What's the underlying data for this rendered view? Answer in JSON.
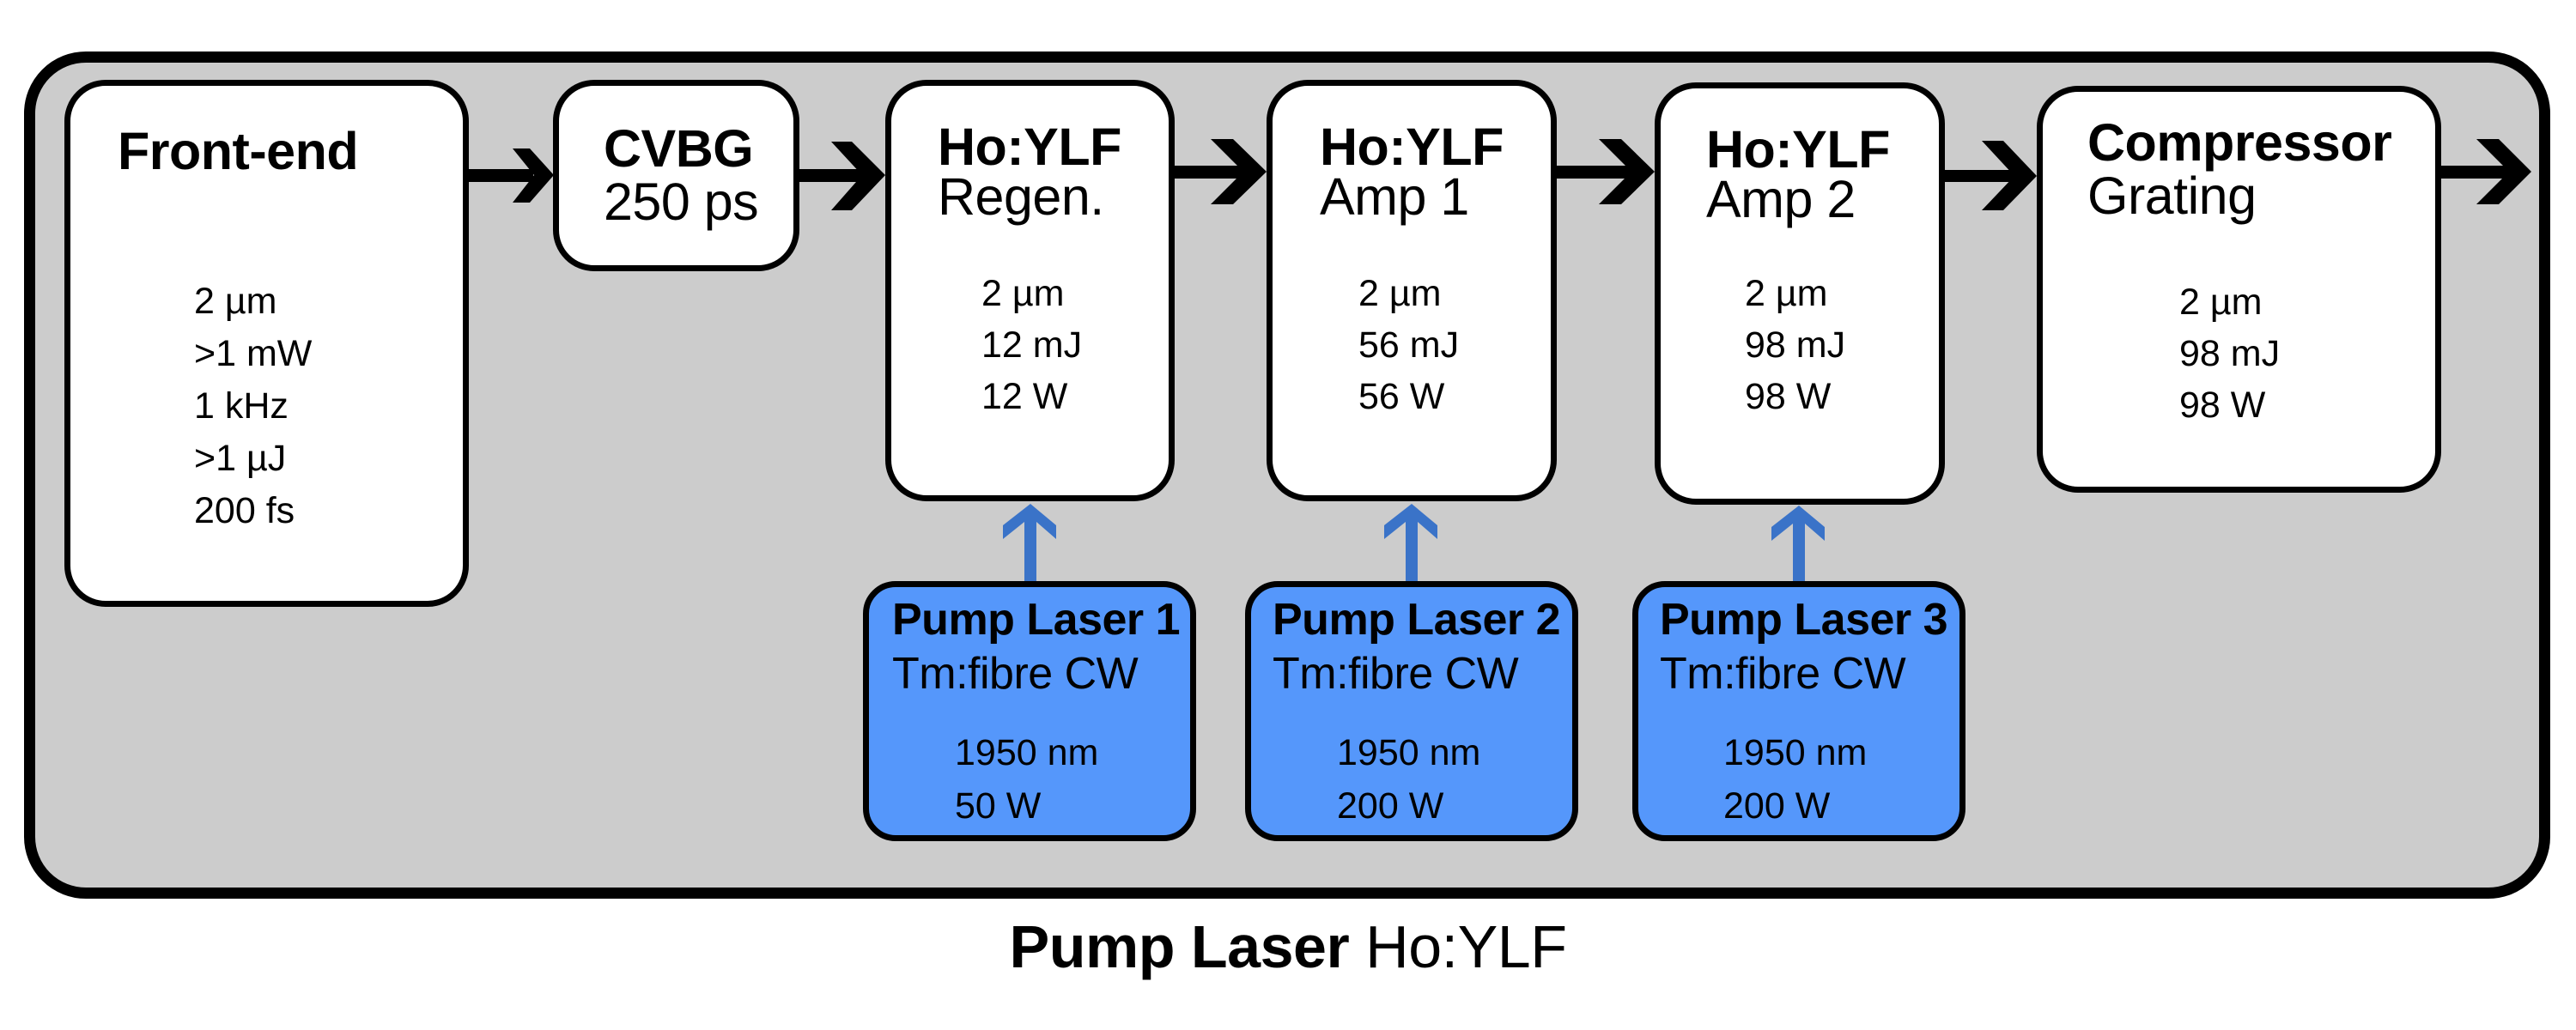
{
  "colors": {
    "frame_fill": "#cccccc",
    "stage_fill": "#ffffff",
    "pump_fill": "#5597fb",
    "pump_arrow": "#3a73c8",
    "outline": "#000000"
  },
  "stages": [
    {
      "id": "front-end",
      "title": "Front-end",
      "subtitle": "",
      "specs": [
        "2 µm",
        ">1 mW",
        "1 kHz",
        ">1  µJ",
        "200 fs"
      ]
    },
    {
      "id": "cvbg",
      "title": "CVBG",
      "subtitle": "250 ps",
      "specs": []
    },
    {
      "id": "regen",
      "title": "Ho:YLF",
      "subtitle": "Regen.",
      "specs": [
        "2 µm",
        "12 mJ",
        "12 W"
      ]
    },
    {
      "id": "amp1",
      "title": "Ho:YLF",
      "subtitle": "Amp 1",
      "specs": [
        "2 µm",
        "56 mJ",
        "56 W"
      ]
    },
    {
      "id": "amp2",
      "title": "Ho:YLF",
      "subtitle": "Amp 2",
      "specs": [
        "2 µm",
        "98 mJ",
        "98 W"
      ]
    },
    {
      "id": "compressor",
      "title": "Compressor",
      "subtitle": "Grating",
      "specs": [
        "2 µm",
        "98 mJ",
        "98 W"
      ]
    }
  ],
  "pumps": [
    {
      "title": "Pump Laser 1",
      "type": "Tm:fibre CW",
      "specs": [
        "1950 nm",
        "50 W"
      ],
      "feeds": "regen"
    },
    {
      "title": "Pump Laser 2",
      "type": "Tm:fibre CW",
      "specs": [
        "1950 nm",
        "200 W"
      ],
      "feeds": "amp1"
    },
    {
      "title": "Pump Laser 3",
      "type": "Tm:fibre CW",
      "specs": [
        "1950 nm",
        "200 W"
      ],
      "feeds": "amp2"
    }
  ],
  "caption": {
    "bold": "Pump Laser",
    "regular": " Ho:YLF"
  }
}
